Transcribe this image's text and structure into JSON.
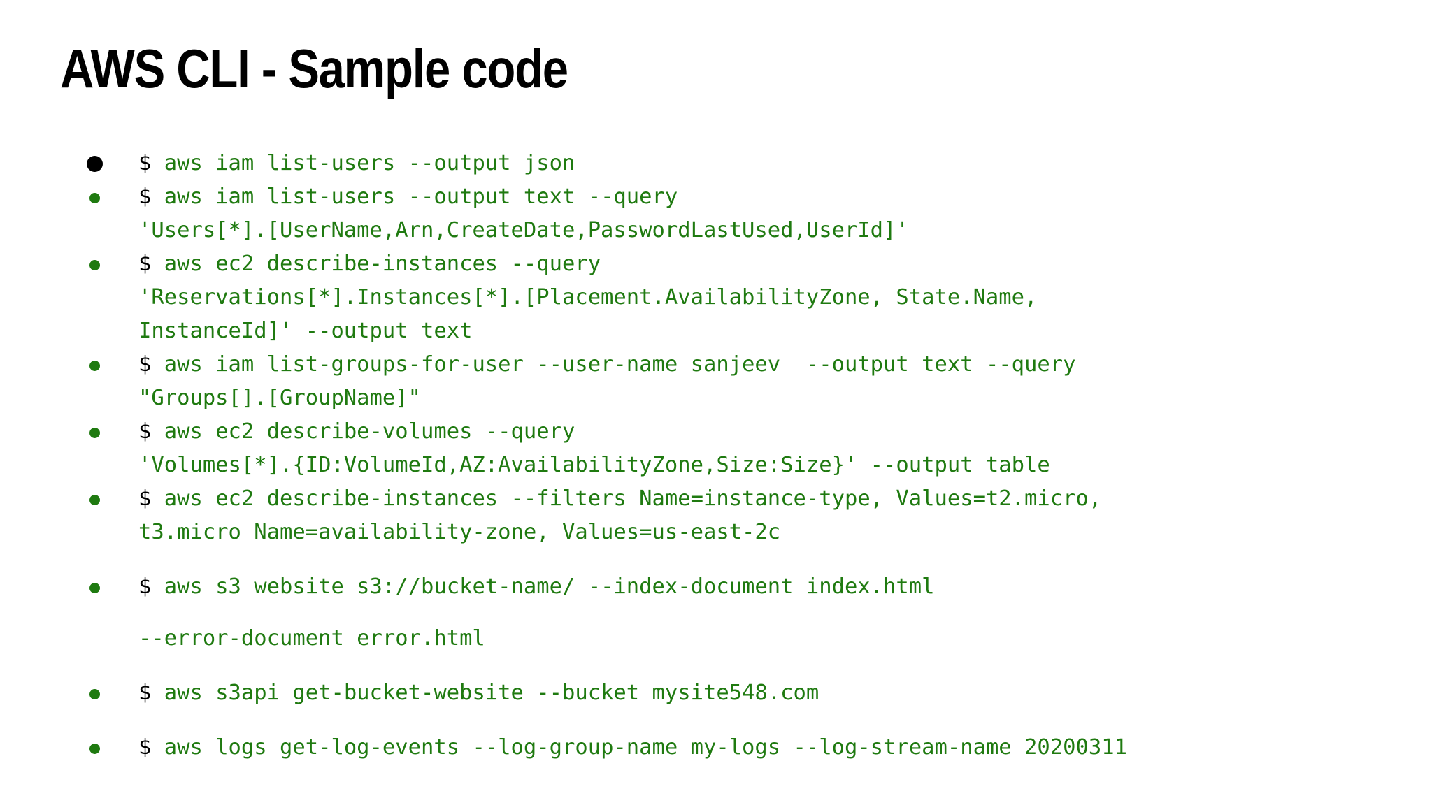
{
  "slide": {
    "title": "AWS CLI - Sample code",
    "background_color": "#ffffff",
    "title_color": "#000000",
    "code_color": "#1f7a10",
    "prompt_color": "#000000",
    "first_bullet_color": "#000000",
    "bullet_color": "#1f7a10"
  },
  "commands": [
    {
      "bullet": "first",
      "prompt": "$",
      "lines": [
        " aws iam list-users --output json"
      ]
    },
    {
      "bullet": "green",
      "prompt": "$",
      "lines": [
        " aws iam list-users --output text --query",
        "'Users[*].[UserName,Arn,CreateDate,PasswordLastUsed,UserId]'"
      ]
    },
    {
      "bullet": "green",
      "prompt": "$",
      "lines": [
        " aws ec2 describe-instances --query",
        "'Reservations[*].Instances[*].[Placement.AvailabilityZone, State.Name,",
        "InstanceId]' --output text"
      ]
    },
    {
      "bullet": "green",
      "prompt": "$",
      "lines": [
        " aws iam list-groups-for-user --user-name sanjeev  --output text --query",
        "\"Groups[].[GroupName]\""
      ]
    },
    {
      "bullet": "green",
      "prompt": "$",
      "lines": [
        " aws ec2 describe-volumes --query",
        "'Volumes[*].{ID:VolumeId,AZ:AvailabilityZone,Size:Size}' --output table"
      ]
    },
    {
      "bullet": "green",
      "prompt": "$",
      "lines": [
        " aws ec2 describe-instances --filters Name=instance-type, Values=t2.micro,",
        "t3.micro Name=availability-zone, Values=us-east-2c"
      ]
    },
    {
      "bullet": "green",
      "prompt": "$",
      "lines": [
        " aws s3 website s3://bucket-name/ --index-document index.html",
        "--error-document error.html"
      ]
    },
    {
      "bullet": "green",
      "prompt": "$",
      "lines": [
        " aws s3api get-bucket-website --bucket mysite548.com"
      ]
    },
    {
      "bullet": "green",
      "prompt": "$",
      "lines": [
        " aws logs get-log-events --log-group-name my-logs --log-stream-name 20200311"
      ]
    }
  ]
}
